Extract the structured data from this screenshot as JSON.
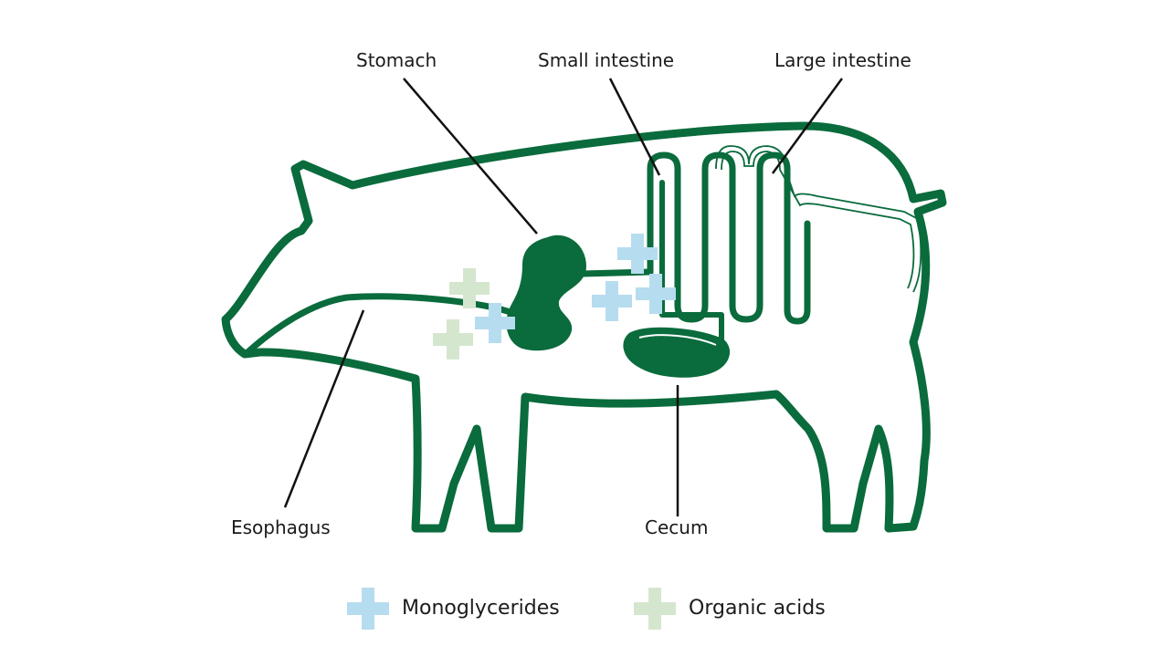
{
  "labels": {
    "stomach": "Stomach",
    "small_intestine": "Small intestine",
    "large_intestine": "Large intestine",
    "esophagus": "Esophagus",
    "cecum": "Cecum"
  },
  "legend": {
    "monoglycerides": "Monoglycerides",
    "organic_acids": "Organic acids"
  },
  "colors": {
    "outline": "#0a6b3c",
    "monoglycerides": "#b6dcef",
    "organic_acids": "#d5e6cf"
  }
}
